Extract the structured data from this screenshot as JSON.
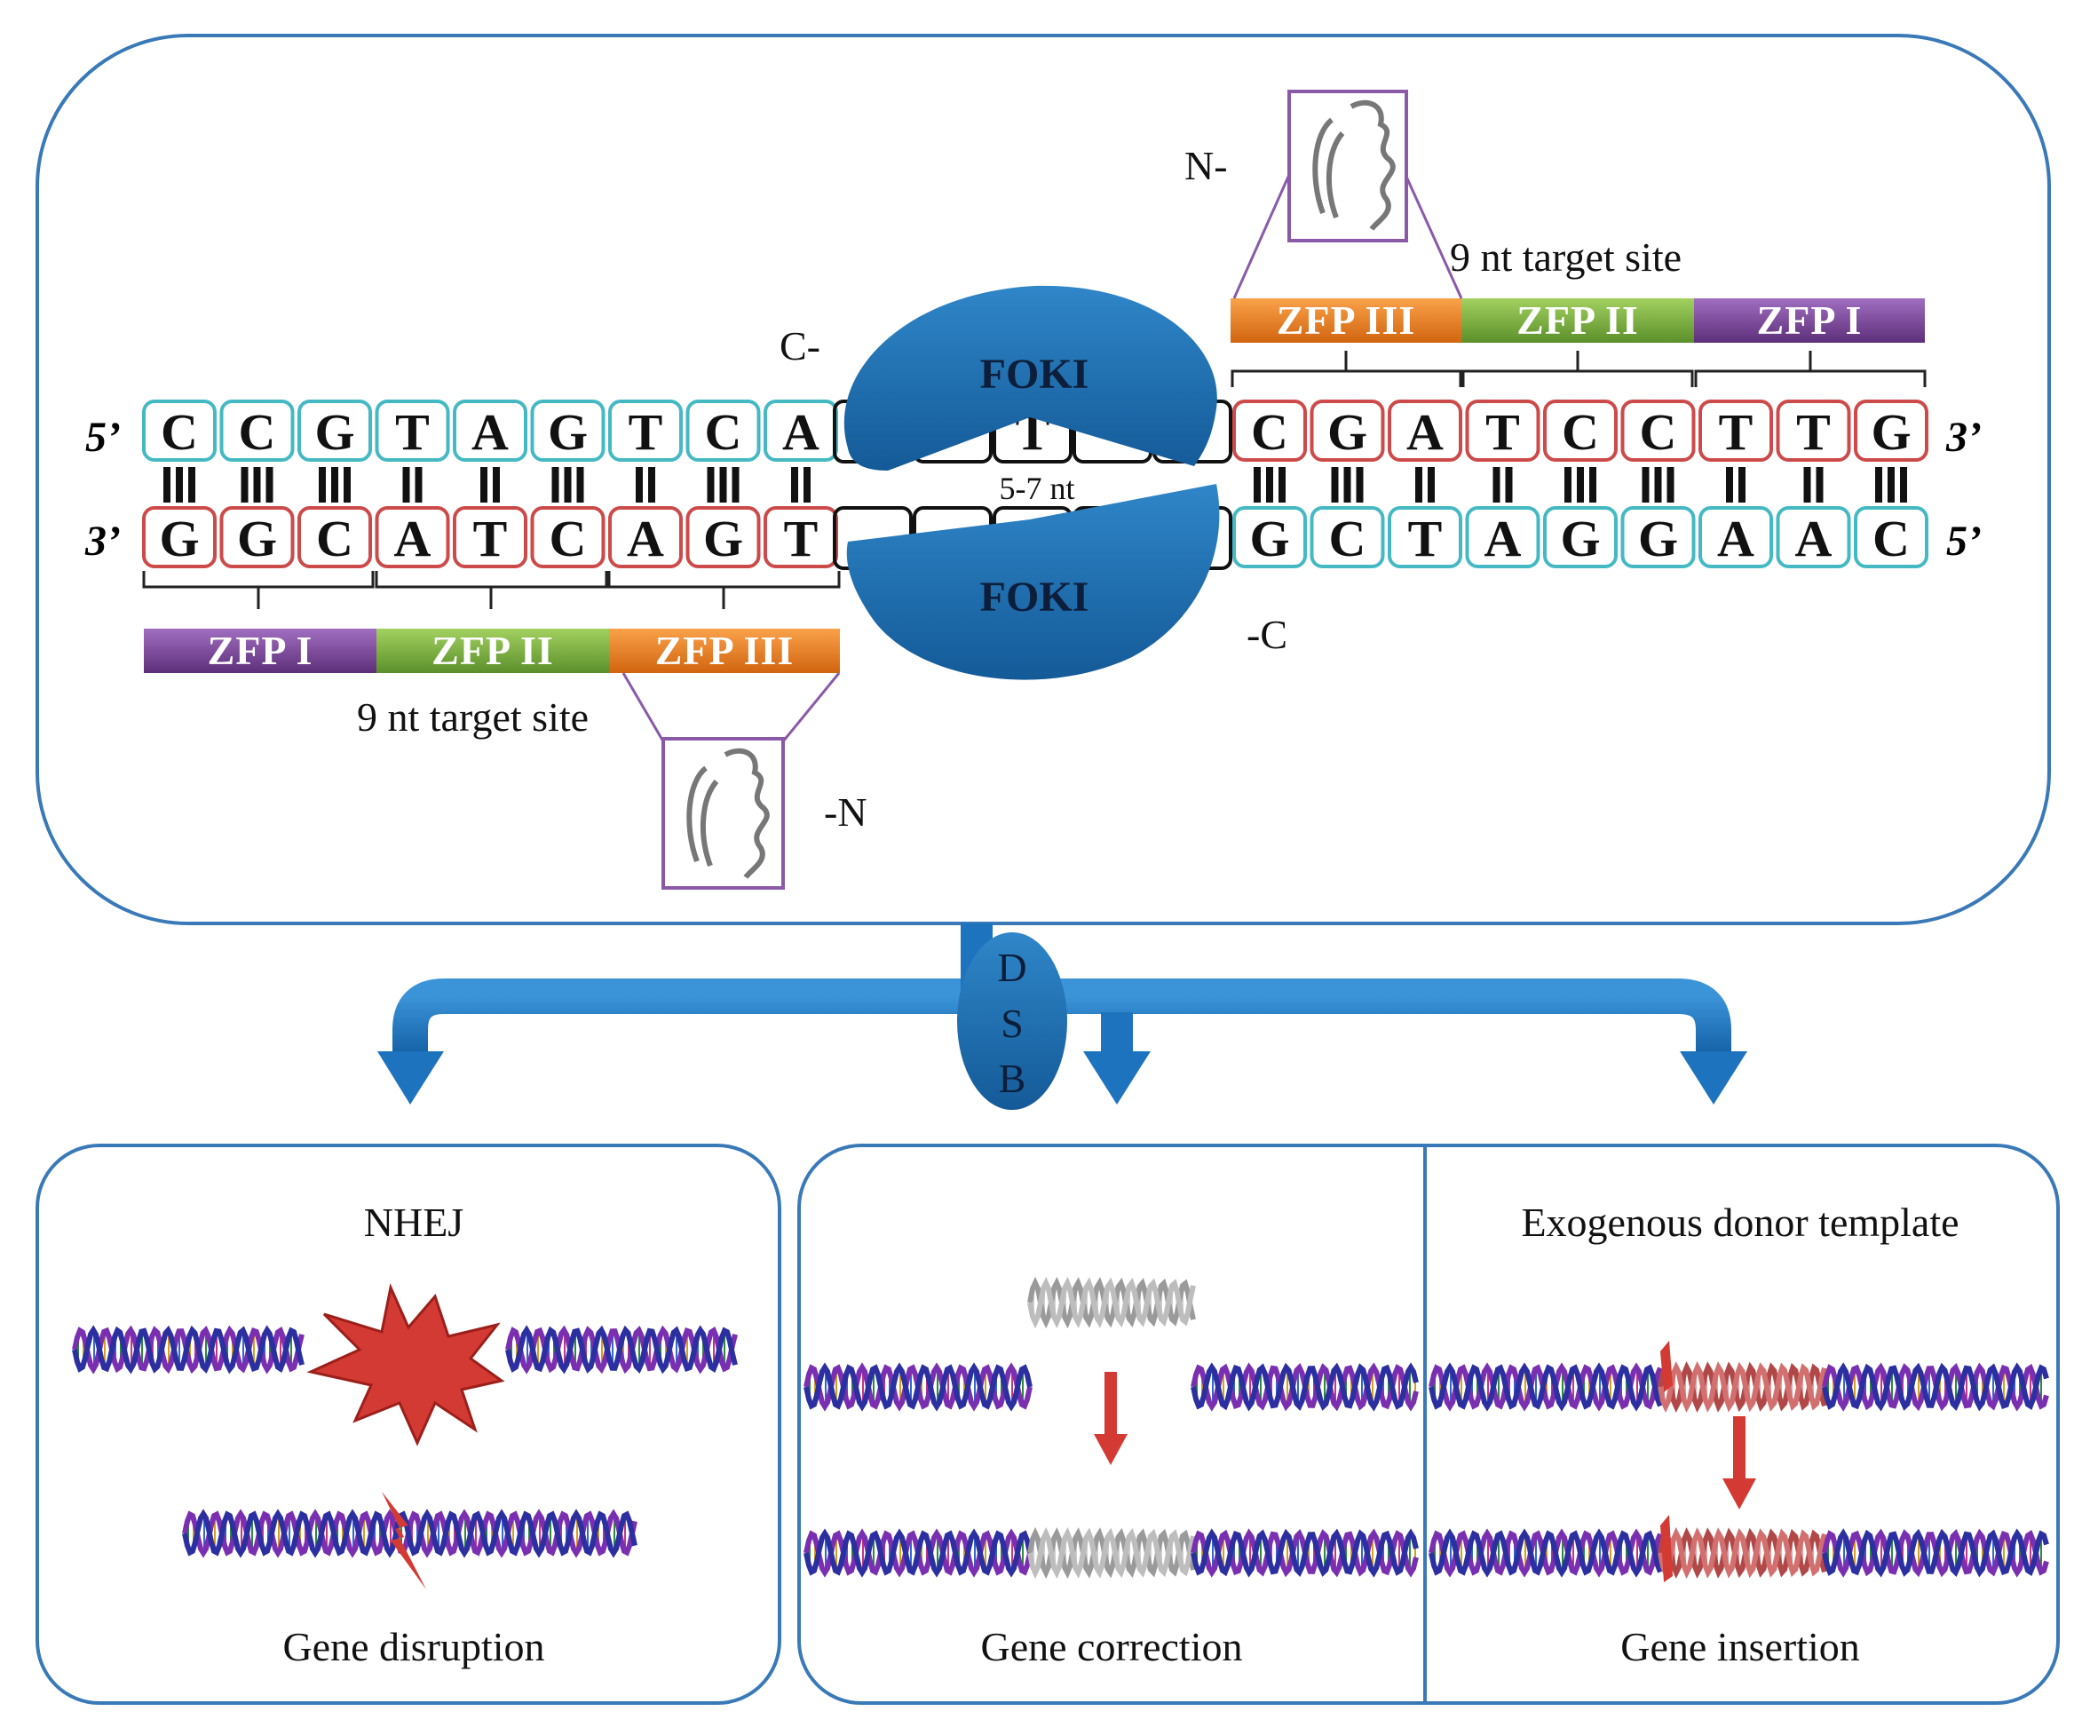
{
  "colors": {
    "panel_stroke": "#3a79b8",
    "teal_box": "#45b9c3",
    "red_box": "#cc4a4a",
    "zfp_purple": "#7e4a9b",
    "zfp_green": "#7fb441",
    "zfp_orange": "#ee7d1f",
    "foki_blue": "#1e6fb3",
    "arrow_blue": "#1e73be",
    "cut_red": "#d43a34"
  },
  "left_top_strand": {
    "end_left": "5’",
    "bases": [
      "C",
      "C",
      "G",
      "T",
      "A",
      "G",
      "T",
      "C",
      "A"
    ]
  },
  "left_bottom_strand": {
    "end_left": "3’",
    "bases": [
      "G",
      "G",
      "C",
      "A",
      "T",
      "C",
      "A",
      "G",
      "T"
    ]
  },
  "right_top_strand": {
    "end_right": "3’",
    "bases": [
      "C",
      "G",
      "A",
      "T",
      "C",
      "C",
      "T",
      "T",
      "G"
    ]
  },
  "right_bottom_strand": {
    "end_right": "5’",
    "bases": [
      "G",
      "C",
      "T",
      "A",
      "G",
      "G",
      "A",
      "A",
      "C"
    ]
  },
  "bond_counts_left": [
    3,
    3,
    3,
    2,
    2,
    3,
    2,
    3,
    2
  ],
  "bond_counts_right": [
    3,
    3,
    2,
    2,
    3,
    3,
    2,
    2,
    3
  ],
  "spacer_label": "5-7 nt",
  "foki_top": "FOKI",
  "foki_bottom": "FOKI",
  "right_zfps": [
    "ZFP III",
    "ZFP II",
    "ZFP I"
  ],
  "left_zfps": [
    "ZFP I",
    "ZFP II",
    "ZFP III"
  ],
  "right_target_label": "9 nt target site",
  "left_target_label": "9 nt target site",
  "terminals": {
    "top_c": "C-",
    "top_n": "N-",
    "bottom_c": "-C",
    "bottom_n": "-N"
  },
  "dsb_letters": [
    "D",
    "S",
    "B"
  ],
  "panels": {
    "nhej_title": "NHEJ",
    "nhej_caption": "Gene disruption",
    "correction_caption": "Gene correction",
    "insertion_title": "Exogenous donor template",
    "insertion_caption": "Gene insertion"
  }
}
